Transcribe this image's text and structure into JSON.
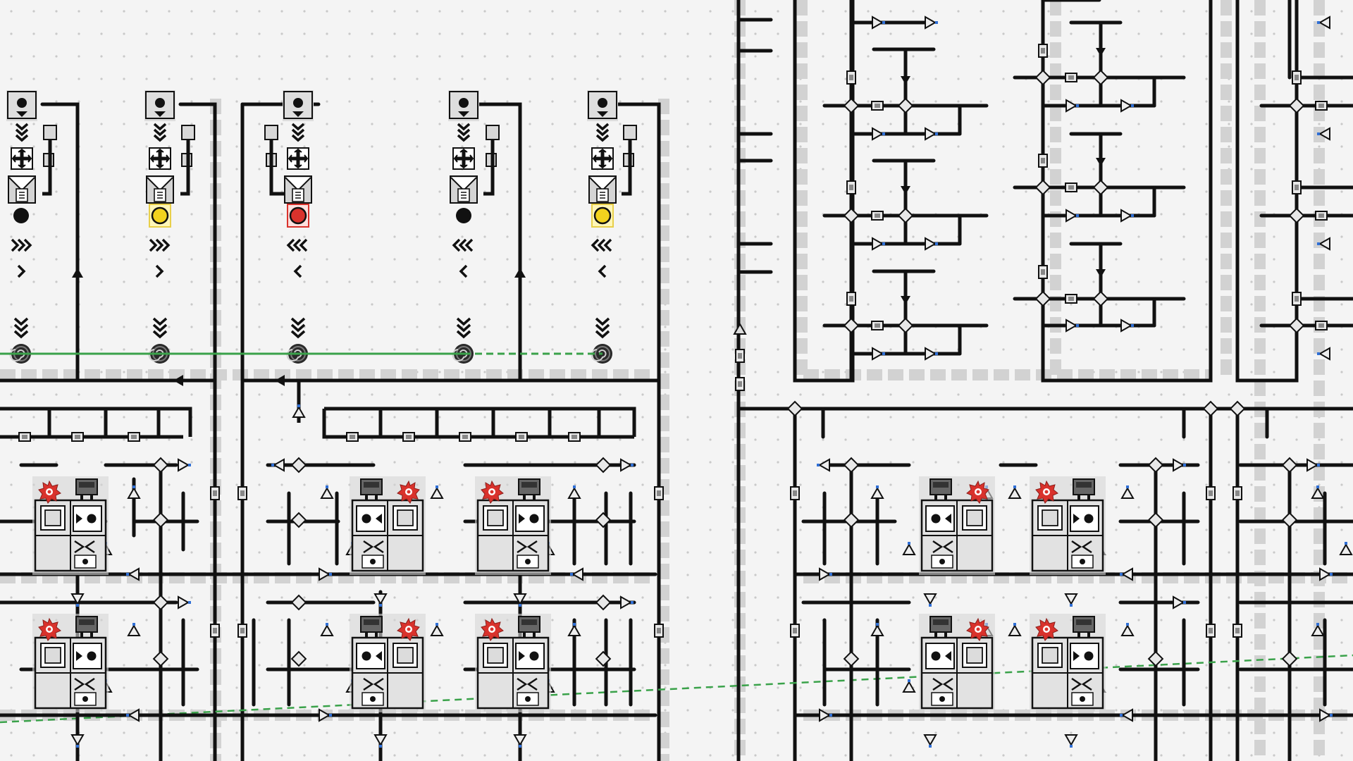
{
  "scene": {
    "view": "factory-floor-blueprint",
    "colors": {
      "background": "#f4f4f4",
      "wire": "#101010",
      "shadow": "#d2d2d2",
      "green_link": "#3aa24a",
      "red_accent": "#d9322c",
      "yellow_accent": "#f2d21e",
      "blue_accent": "#2f6fd6",
      "module_fill": "#dadada"
    },
    "spawn_columns": [
      {
        "id": "col-1",
        "status": "black",
        "flow": "right"
      },
      {
        "id": "col-2",
        "status": "yellow",
        "flow": "right"
      },
      {
        "id": "col-3",
        "status": "red",
        "flow": "left"
      },
      {
        "id": "col-4",
        "status": "black",
        "flow": "left"
      },
      {
        "id": "col-5",
        "status": "yellow",
        "flow": "left"
      }
    ],
    "reactors": [
      {
        "id": "reactor-1",
        "orientation": "normal"
      },
      {
        "id": "reactor-2",
        "orientation": "mirrored"
      },
      {
        "id": "reactor-3",
        "orientation": "normal"
      },
      {
        "id": "reactor-4",
        "orientation": "normal"
      },
      {
        "id": "reactor-5",
        "orientation": "mirrored"
      },
      {
        "id": "reactor-6",
        "orientation": "normal"
      },
      {
        "id": "reactor-7",
        "orientation": "mirrored"
      },
      {
        "id": "reactor-8",
        "orientation": "normal"
      },
      {
        "id": "reactor-9",
        "orientation": "mirrored"
      },
      {
        "id": "reactor-10",
        "orientation": "normal"
      }
    ],
    "icons": [
      "emitter-icon",
      "chevron-down-icon",
      "plus-icon",
      "funnel-icon",
      "status-dot-icon",
      "fast-forward-icon",
      "arrow-icon",
      "spiral-node-icon",
      "gear-icon",
      "robot-icon",
      "valve-icon",
      "junction-icon",
      "latch-icon"
    ]
  }
}
